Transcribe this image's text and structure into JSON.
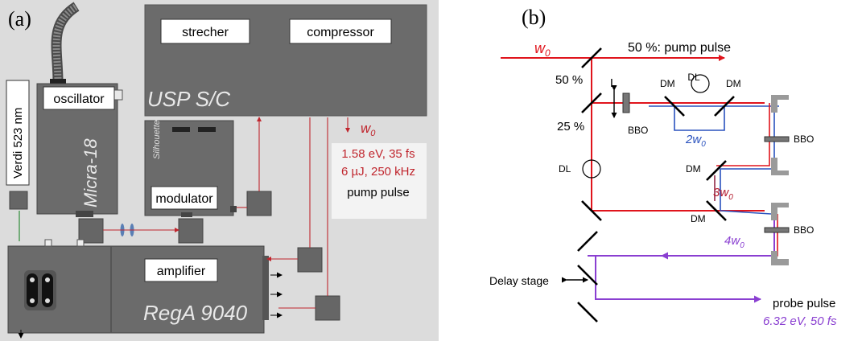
{
  "panel_a": {
    "label": "(a)",
    "boxes": {
      "strecher": "strecher",
      "compressor": "compressor",
      "oscillator": "oscillator",
      "modulator": "modulator",
      "amplifier": "amplifier"
    },
    "devices": {
      "usp": "USP S/C",
      "micra": "Micra-18",
      "silhouette": "Silhouette",
      "rega": "RegA 9040",
      "verdi": "Verdi 523 nm"
    },
    "beam": {
      "w": "w",
      "sub": "0",
      "energy": "1.58 eV, 35 fs",
      "power": "6 µJ, 250 kHz",
      "name": "pump pulse"
    }
  },
  "panel_b": {
    "label": "(b)",
    "w": "w",
    "sub": "0",
    "split50_top": "50 %:  pump pulse",
    "split50": "50 %",
    "split25": "25 %",
    "L": "L",
    "DM": "DM",
    "DL": "DL",
    "BBO": "BBO",
    "h2": "2w",
    "h3": "3w",
    "h4": "4w",
    "delay_stage": "Delay stage",
    "probe": "probe pulse",
    "probe_spec": "6.32 eV, 50 fs"
  },
  "colors": {
    "red": "#e0141c",
    "darkred": "#b2182b",
    "blue": "#2a52be",
    "purple": "#8a3fd1",
    "gray": "#6a6a6a",
    "panel_bg": "#dcdcdc"
  }
}
